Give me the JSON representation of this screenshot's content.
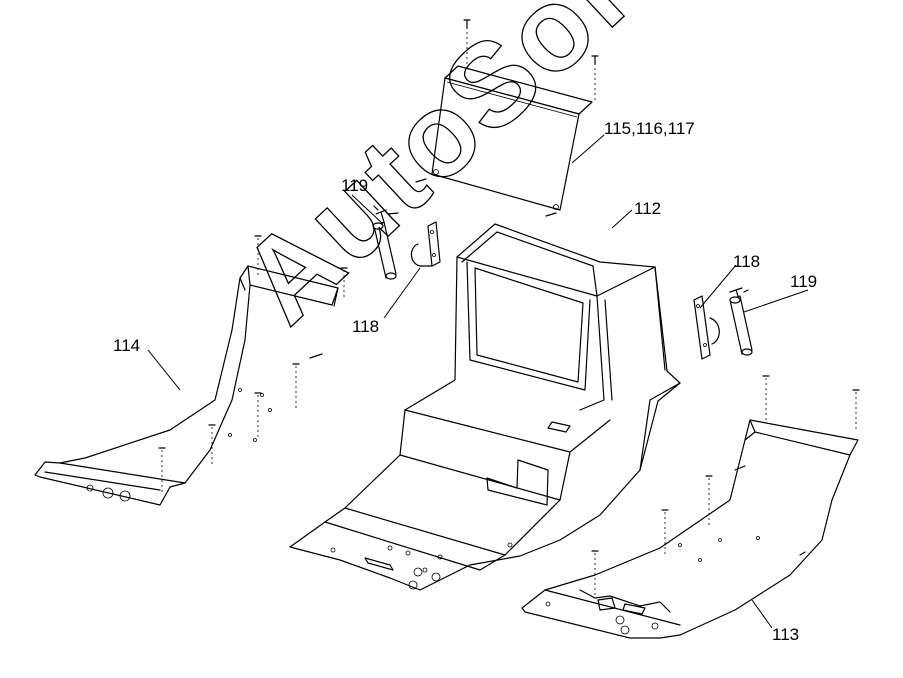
{
  "callouts": {
    "top_panel": "115,116,117",
    "console": "112",
    "extinguisher_left": "119",
    "bracket_left": "118",
    "extinguisher_right": "119",
    "bracket_right": "118",
    "left_floor_plate": "114",
    "right_floor_plate": "113"
  },
  "watermark": "AutoSoft"
}
